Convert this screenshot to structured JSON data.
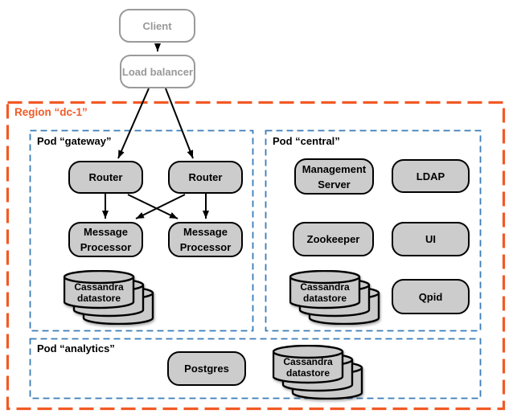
{
  "colors": {
    "region_border": "#f15a25",
    "pod_border": "#3a7cb8",
    "node_fill": "#cccccc",
    "node_border": "#000000",
    "external_border": "#9a9a9a",
    "external_text": "#999999",
    "arrow": "#000000"
  },
  "external": {
    "client_label": "Client",
    "load_balancer_label": "Load balancer"
  },
  "region": {
    "label": "Region “dc-1”"
  },
  "pods": {
    "gateway": {
      "label": "Pod “gateway”",
      "router1_label": "Router",
      "router2_label": "Router",
      "mp1_label": "Message Processor",
      "mp2_label": "Message Processor",
      "cassandra_label": "Cassandra datastore"
    },
    "central": {
      "label": "Pod “central”",
      "management_server_label": "Management Server",
      "ldap_label": "LDAP",
      "zookeeper_label": "Zookeeper",
      "ui_label": "UI",
      "cassandra_label": "Cassandra datastore",
      "qpid_label": "Qpid"
    },
    "analytics": {
      "label": "Pod “analytics”",
      "postgres_label": "Postgres",
      "cassandra_label": "Cassandra datastore"
    }
  },
  "edges": [
    {
      "from": "client",
      "to": "load-balancer"
    },
    {
      "from": "load-balancer",
      "to": "router-1"
    },
    {
      "from": "load-balancer",
      "to": "router-2"
    },
    {
      "from": "router-1",
      "to": "message-processor-1"
    },
    {
      "from": "router-1",
      "to": "message-processor-2"
    },
    {
      "from": "router-2",
      "to": "message-processor-1"
    },
    {
      "from": "router-2",
      "to": "message-processor-2"
    }
  ]
}
